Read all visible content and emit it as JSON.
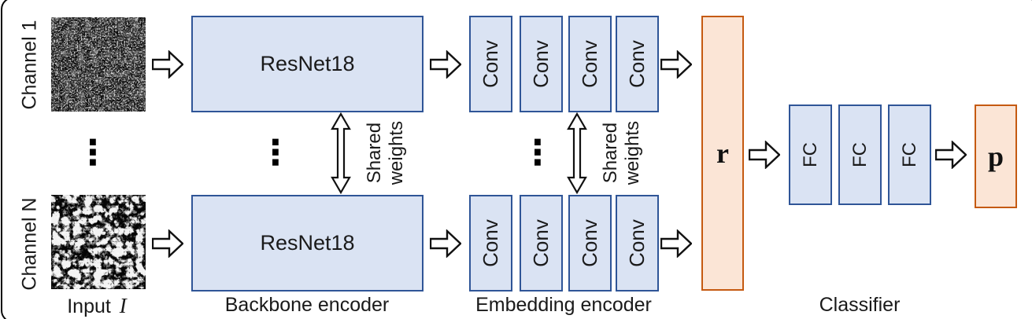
{
  "figure": {
    "inputs": {
      "channel_top_label": "Channel 1",
      "channel_bottom_label": "Channel N",
      "ellipsis": "⋮",
      "caption_text": "Input",
      "caption_symbol": "I"
    },
    "backbone": {
      "block_label": "ResNet18",
      "caption": "Backbone encoder"
    },
    "shared_weights": {
      "line1": "Shared",
      "line2": "weights"
    },
    "embedding": {
      "block_label": "Conv",
      "caption": "Embedding encoder"
    },
    "representation": {
      "symbol": "r"
    },
    "classifier": {
      "block_label": "FC",
      "caption": "Classifier",
      "output_symbol": "p"
    }
  },
  "colors": {
    "blue_fill": "#dae3f3",
    "blue_border": "#2f5597",
    "orange_fill": "#fbe5d6",
    "orange_border": "#c55a11",
    "arrow_fill": "#ffffff",
    "arrow_stroke": "#111111",
    "text": "#1a1a1a"
  }
}
